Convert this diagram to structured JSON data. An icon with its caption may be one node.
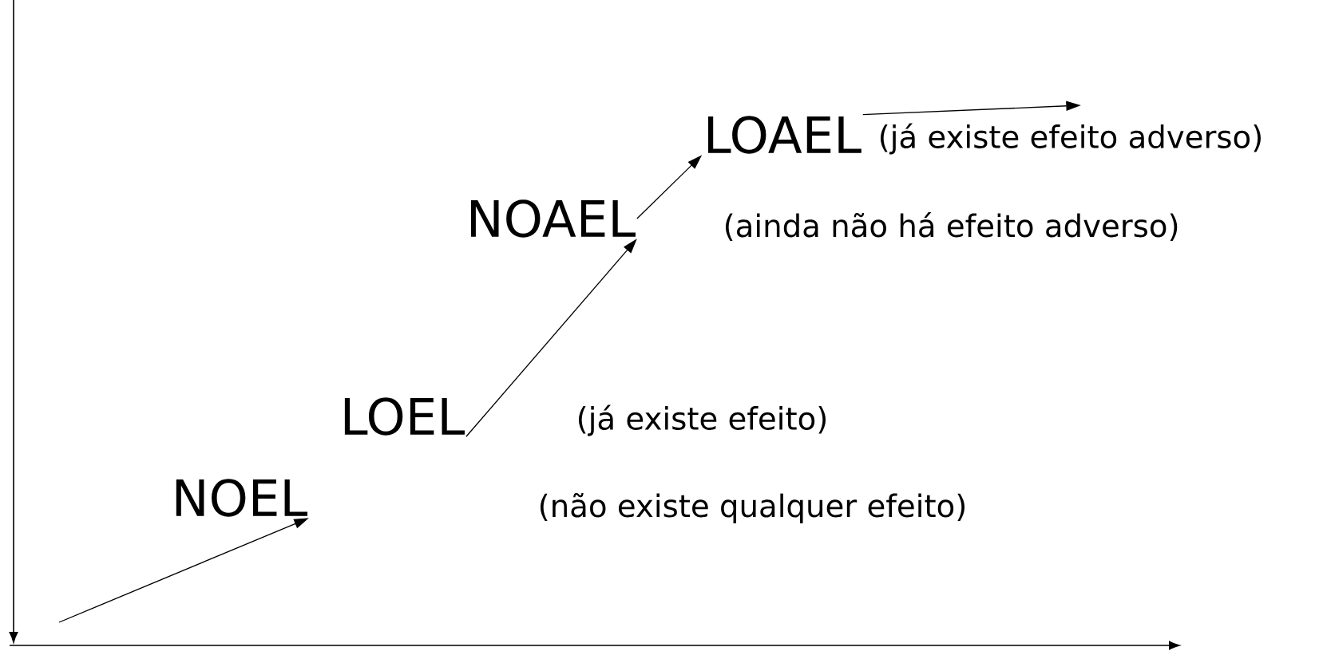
{
  "diagram": {
    "nodes": [
      {
        "text": [
          "NOEL"
        ],
        "beside": [
          "(não existe qualquer efeito)"
        ]
      },
      {
        "text": [
          "LOEL"
        ],
        "beside": [
          "(já existe efeito)"
        ]
      },
      {
        "text": [
          "NOAEL"
        ],
        "beside": [
          "(ainda não há efeito adverso)"
        ]
      },
      {
        "text": [
          "LOAEL"
        ],
        "beside": [
          "(já existe efeito adverso)"
        ]
      }
    ],
    "edges": [
      {
        "from": null,
        "to": 0,
        "arrow": "to"
      },
      {
        "from": 1,
        "to": 2,
        "arrow": "to"
      },
      {
        "from": 2,
        "to": 3,
        "arrow": "to"
      },
      {
        "from": 3,
        "to": null,
        "arrow": "to"
      }
    ]
  }
}
